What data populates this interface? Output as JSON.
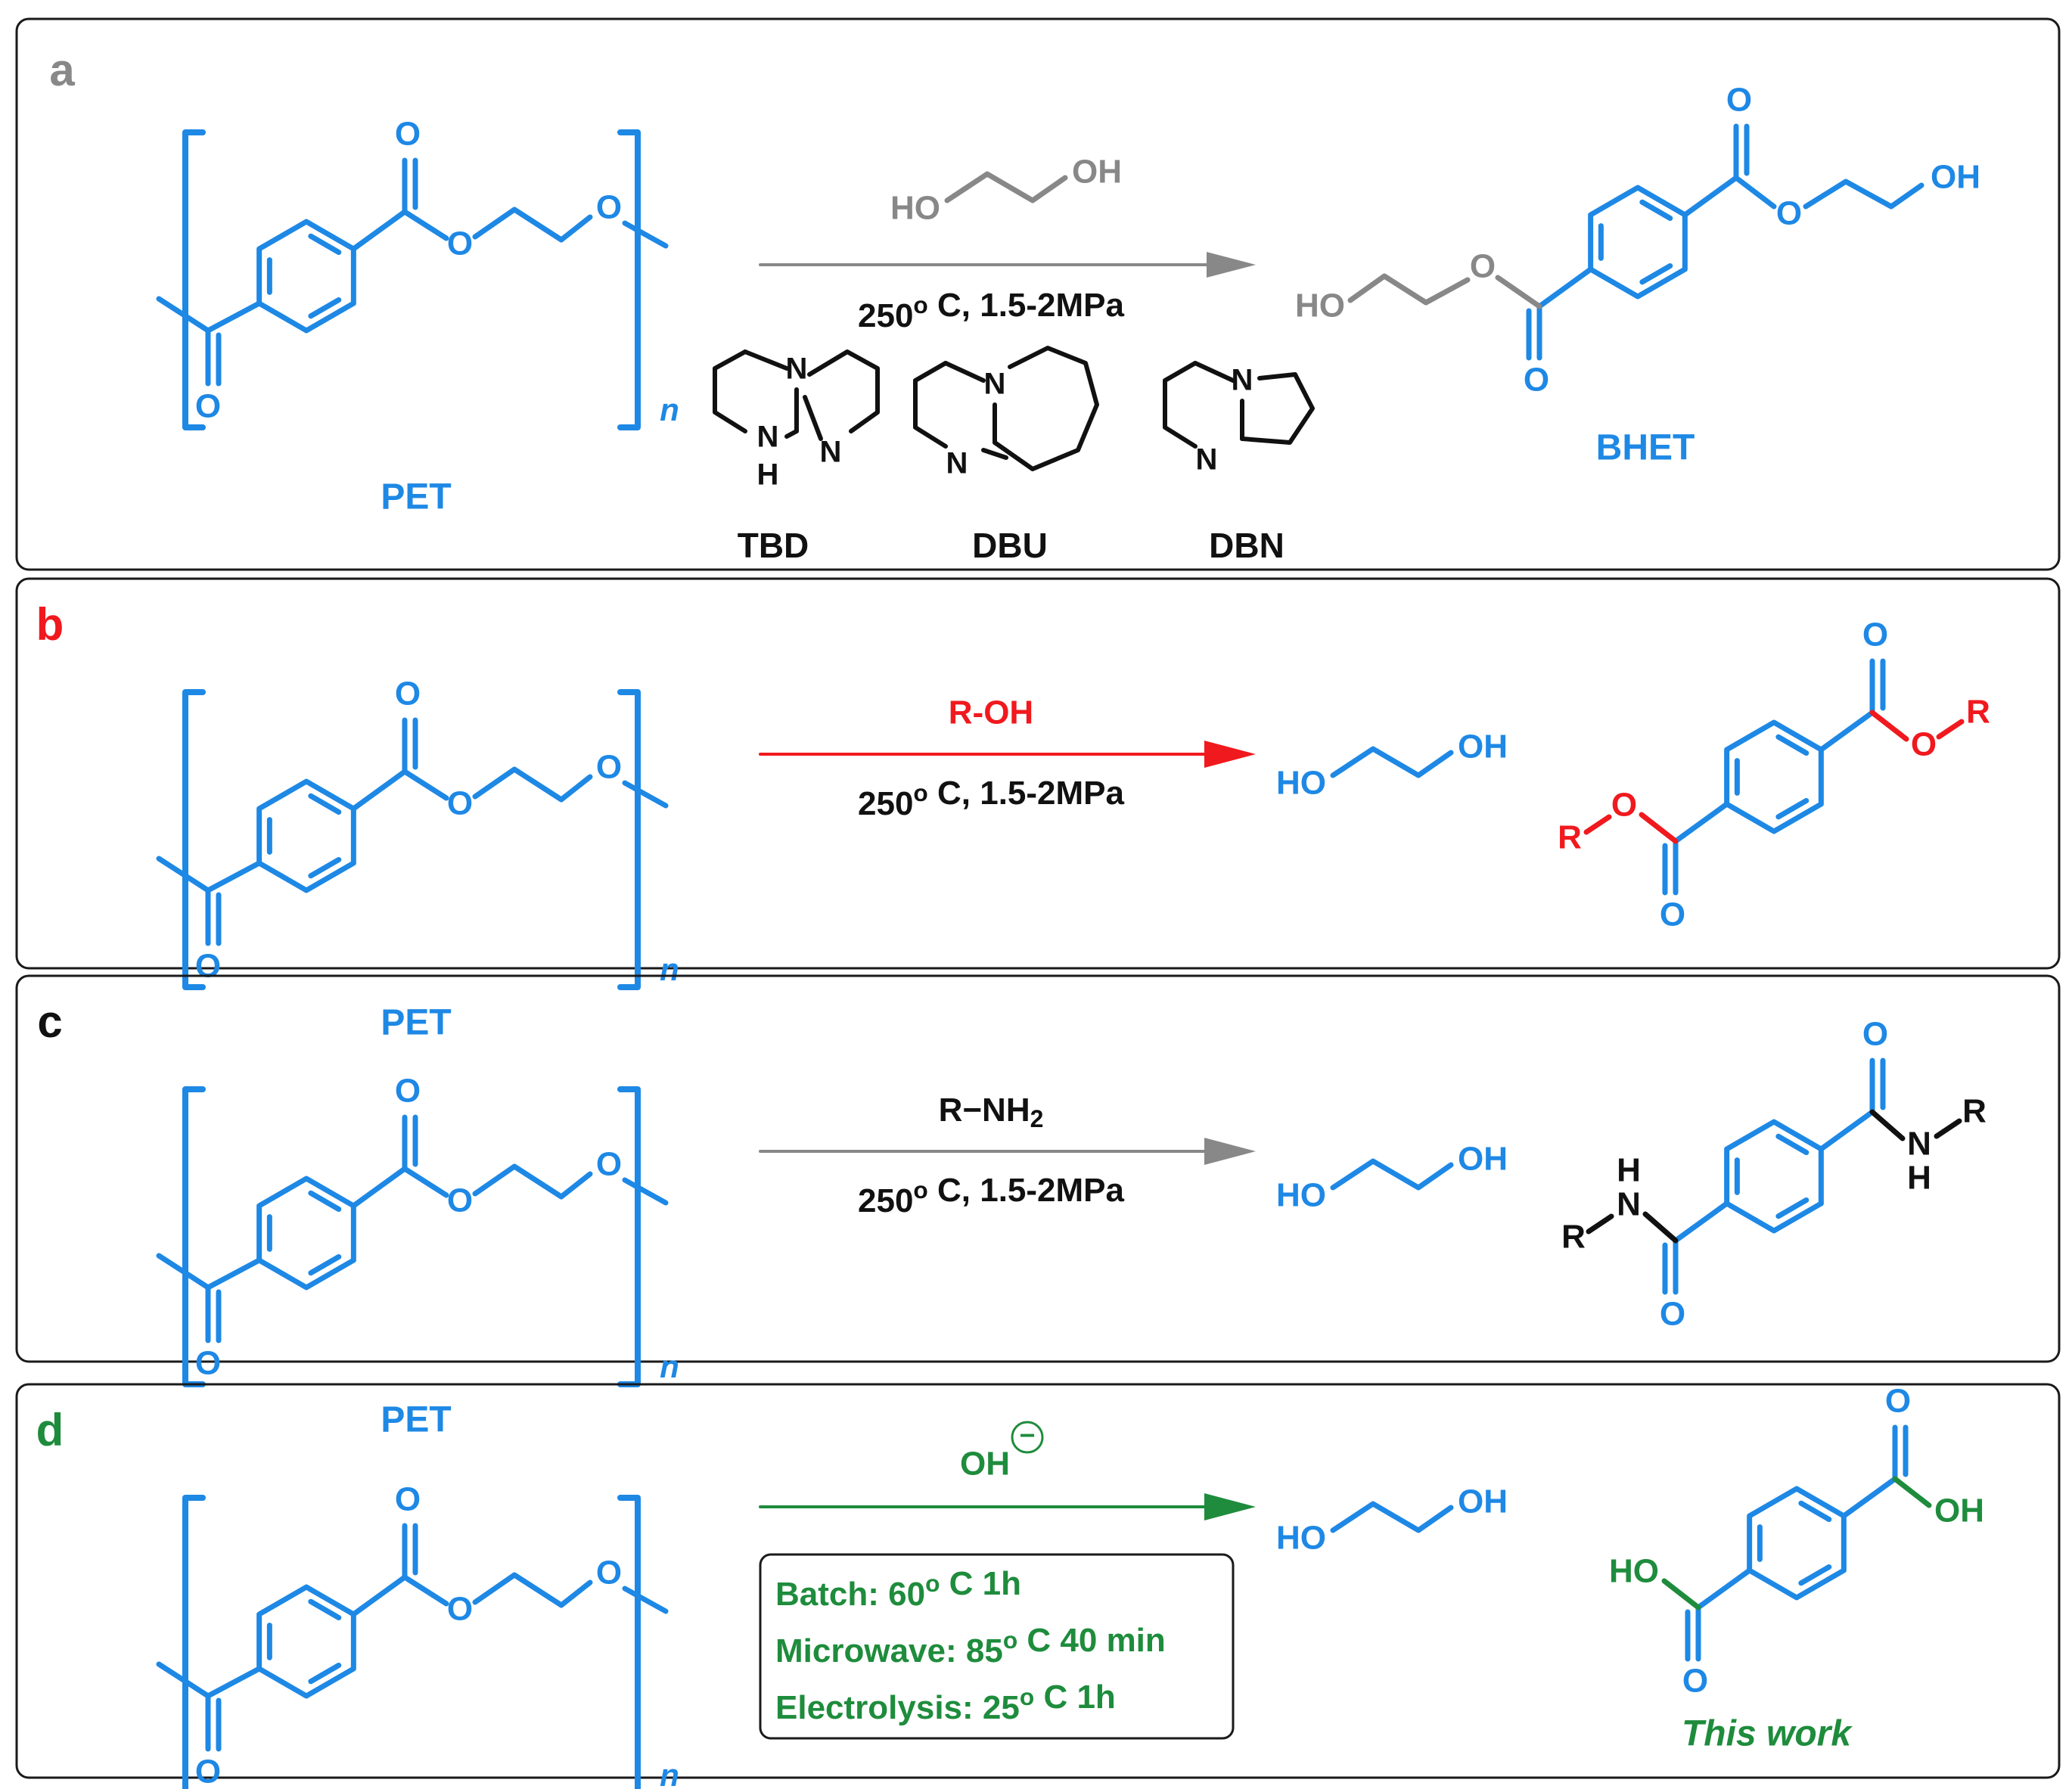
{
  "colors": {
    "blue": "#1E88E5",
    "gray": "#888888",
    "red": "#F0191E",
    "black": "#111111",
    "green": "#1E8C3C"
  },
  "panels": [
    {
      "id": "a",
      "label": "a",
      "label_color": "#888888",
      "arrow_color": "#888888",
      "polymer_label": "PET",
      "repeat_label": "n",
      "conditions": "250º C, 1.5-2MPa",
      "reagent": {
        "type": "ethylene-glycol",
        "color": "#888888",
        "ho": "HO",
        "oh": "OH"
      },
      "catalysts": [
        {
          "name": "TBD",
          "n1": "N",
          "n2": "N",
          "nh": "N",
          "h": "H"
        },
        {
          "name": "DBU",
          "n1": "N",
          "n2": "N"
        },
        {
          "name": "DBN",
          "n1": "N",
          "n2": "N"
        }
      ],
      "products": [
        {
          "name": "BHET",
          "o_top": "O",
          "o_bottom": "O",
          "o_ester": "O",
          "oh": "OH",
          "ho": "HO"
        }
      ]
    },
    {
      "id": "b",
      "label": "b",
      "label_color": "#F0191E",
      "arrow_color": "#F0191E",
      "polymer_label": "PET",
      "repeat_label": "n",
      "reagent_text": "R-OH",
      "conditions": "250º C, 1.5-2MPa",
      "glycol": {
        "ho": "HO",
        "oh": "OH"
      },
      "diester": {
        "o_top": "O",
        "o_bottom": "O",
        "o_ester": "O",
        "r": "R"
      }
    },
    {
      "id": "c",
      "label": "c",
      "label_color": "#111111",
      "arrow_color": "#888888",
      "polymer_label": "PET",
      "repeat_label": "n",
      "reagent_text": "R−NH₂",
      "conditions": "250º C, 1.5-2MPa",
      "glycol": {
        "ho": "HO",
        "oh": "OH"
      },
      "diamide": {
        "o_top": "O",
        "o_bottom": "O",
        "n": "N",
        "h": "H",
        "r": "R"
      }
    },
    {
      "id": "d",
      "label": "d",
      "label_color": "#1E8C3C",
      "arrow_color": "#1E8C3C",
      "polymer_label": "PET",
      "repeat_label": "n",
      "reagent_text": "OH",
      "reagent_charge": "−",
      "conditions_box": [
        "Batch: 60º C 1h",
        "Microwave: 85º C 40 min",
        "Electrolysis: 25º C 1h"
      ],
      "glycol": {
        "ho": "HO",
        "oh": "OH"
      },
      "acid": {
        "o_top": "O",
        "o_bottom": "O",
        "oh": "OH",
        "ho": "HO"
      },
      "caption": "This work"
    }
  ],
  "pet_atoms": {
    "o_carbonyl_top": "O",
    "o_carbonyl_bottom": "O",
    "o_ester": "O",
    "o_chain": "O"
  }
}
